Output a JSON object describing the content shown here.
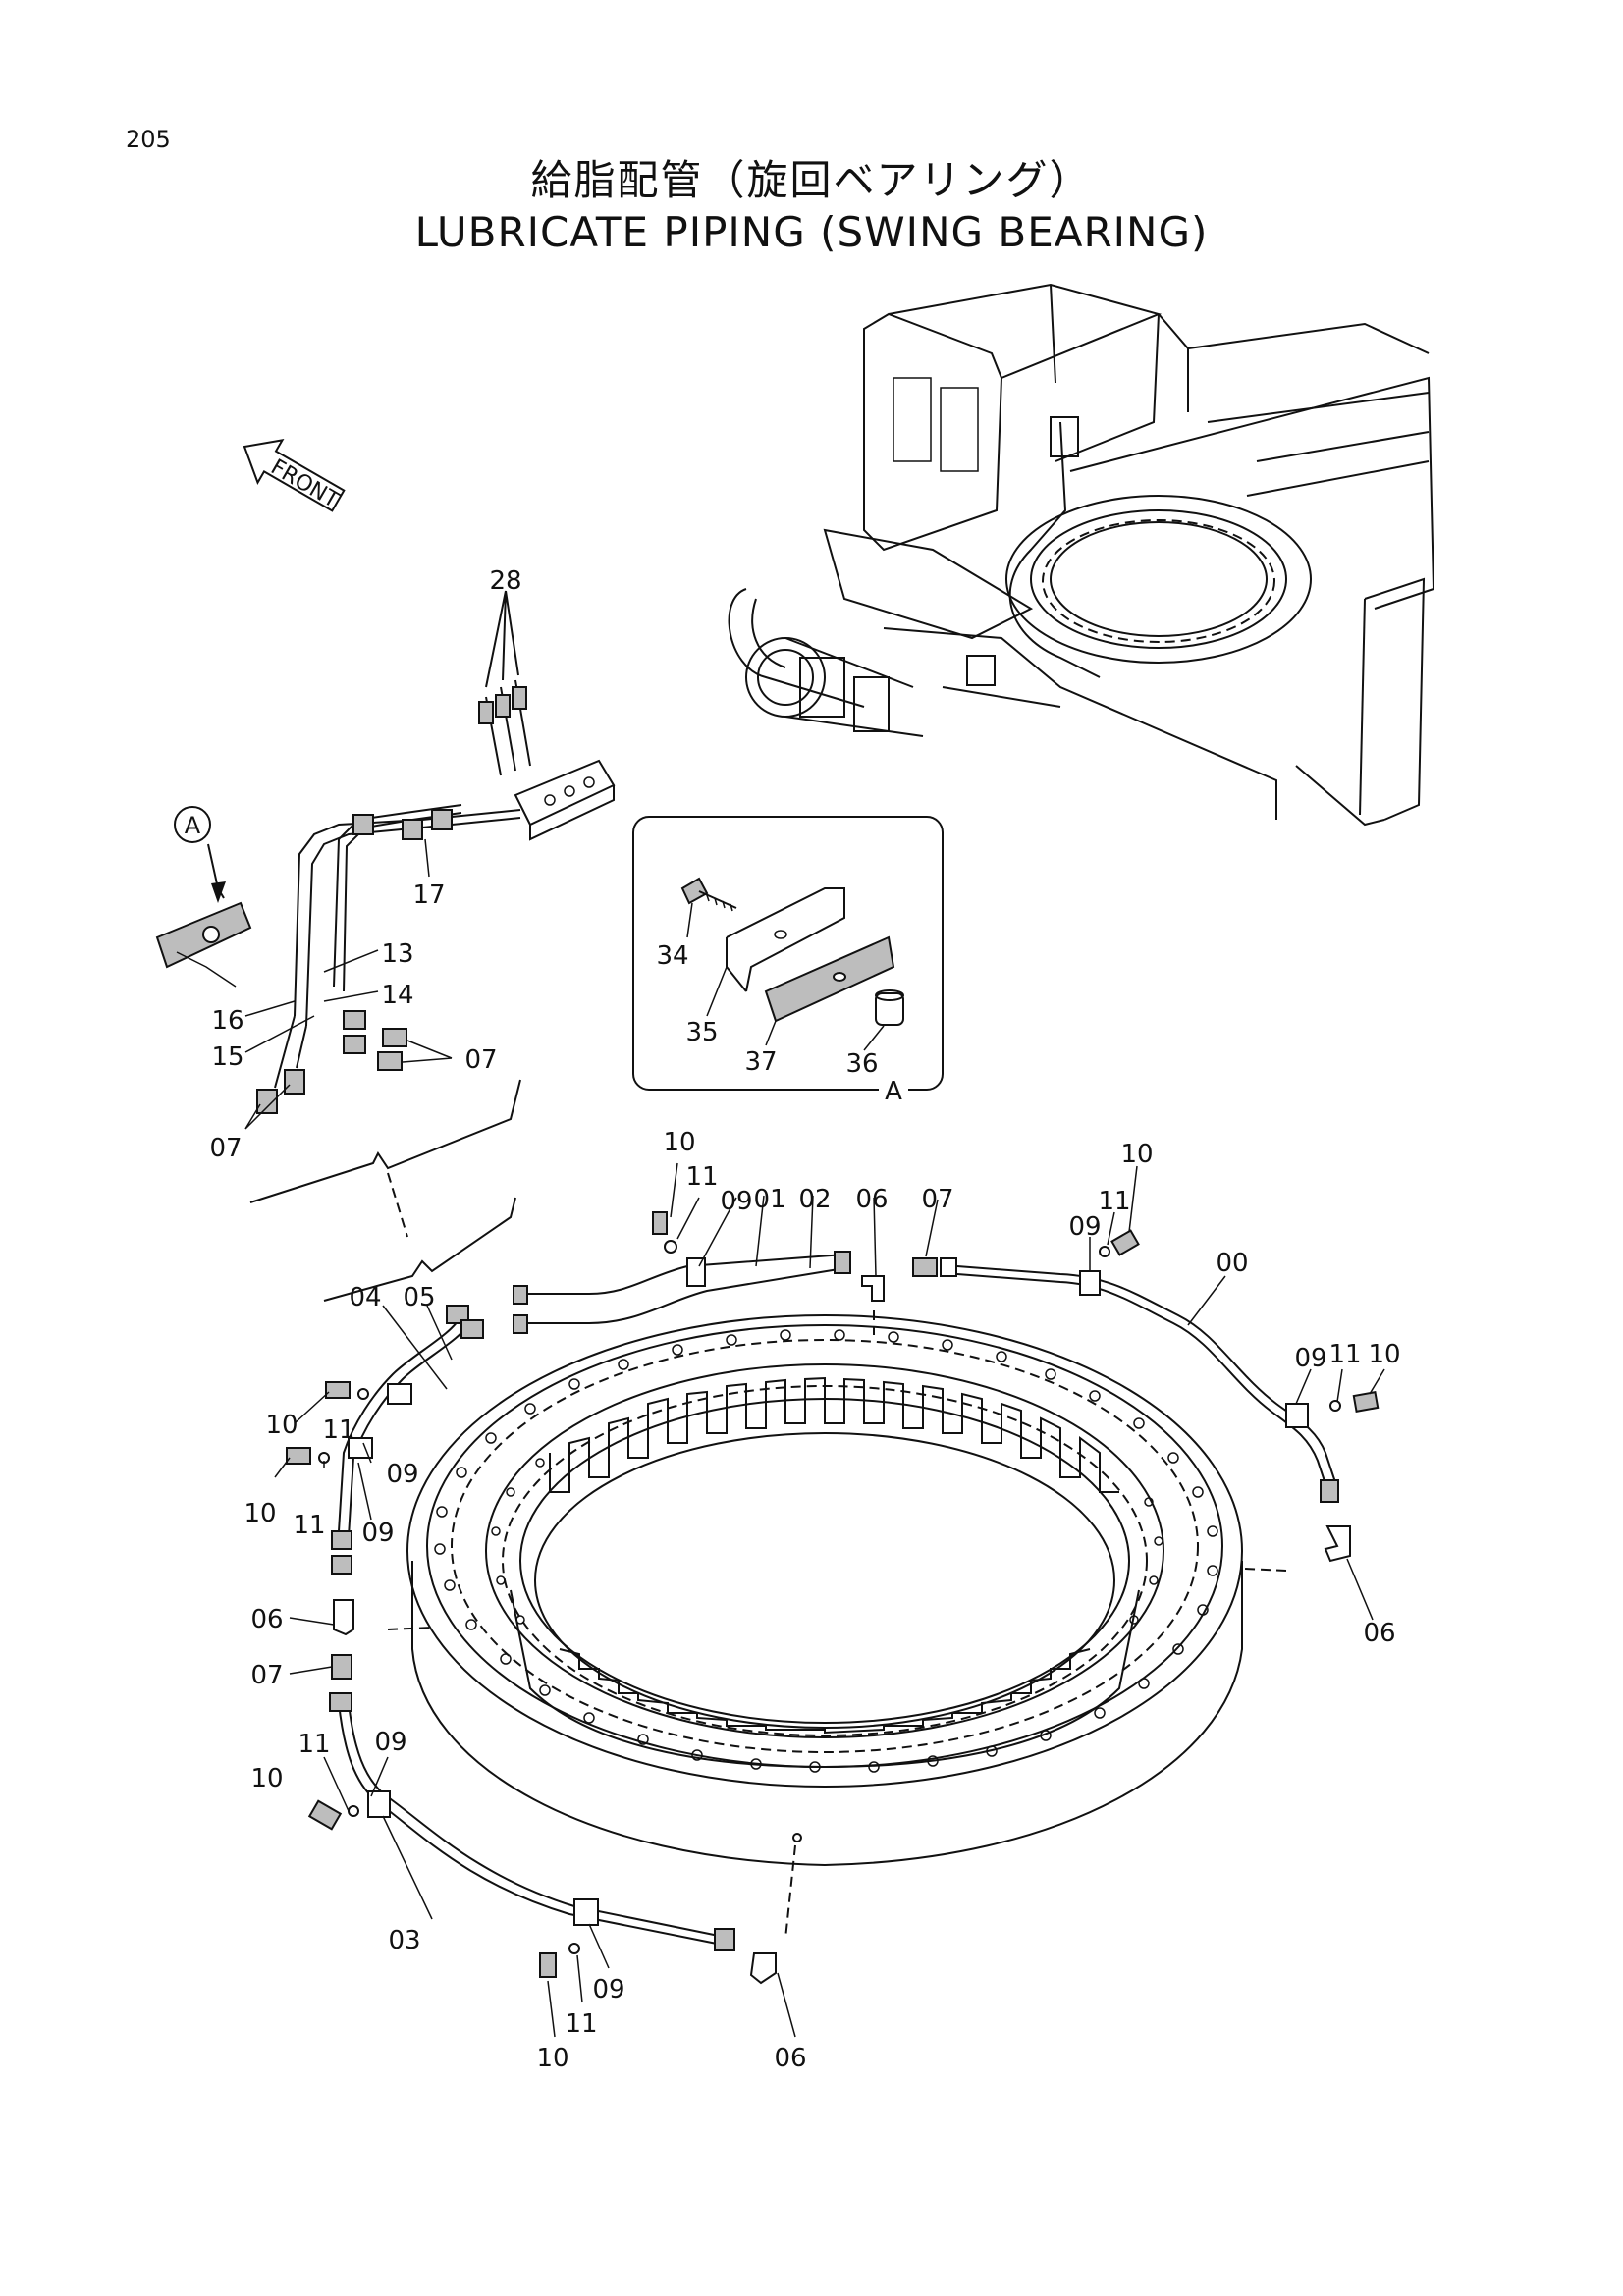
{
  "page": {
    "number": "205",
    "title_jp": "給脂配管（旋回ベアリング）",
    "title_en": "LUBRICATE PIPING (SWING BEARING)"
  },
  "direction_arrow": {
    "label": "FRONT",
    "icon": "front-arrow-icon"
  },
  "detail_view": {
    "marker": "A",
    "caption": "A"
  },
  "callouts": {
    "c28": "28",
    "c17": "17",
    "c13": "13",
    "c14": "14",
    "c16": "16",
    "c15": "15",
    "c07a": "07",
    "c07b": "07",
    "c07c": "07",
    "c07d": "07",
    "c34": "34",
    "c35": "35",
    "c37": "37",
    "c36": "36",
    "c10a": "10",
    "c11a": "11",
    "c09a": "09",
    "c01": "01",
    "c02": "02",
    "c06a": "06",
    "c10b": "10",
    "c11b": "11",
    "c09b": "09",
    "c00": "00",
    "c09c": "09",
    "c11c": "11",
    "c10c": "10",
    "c04": "04",
    "c05": "05",
    "c10d": "10",
    "c11d": "11",
    "c09d": "09",
    "c10e": "10",
    "c11e": "11",
    "c09e": "09",
    "c06b": "06",
    "c06c": "06",
    "c11f": "11",
    "c09f": "09",
    "c10f": "10",
    "c03": "03",
    "c09g": "09",
    "c11g": "11",
    "c10g": "10",
    "c06d": "06"
  }
}
